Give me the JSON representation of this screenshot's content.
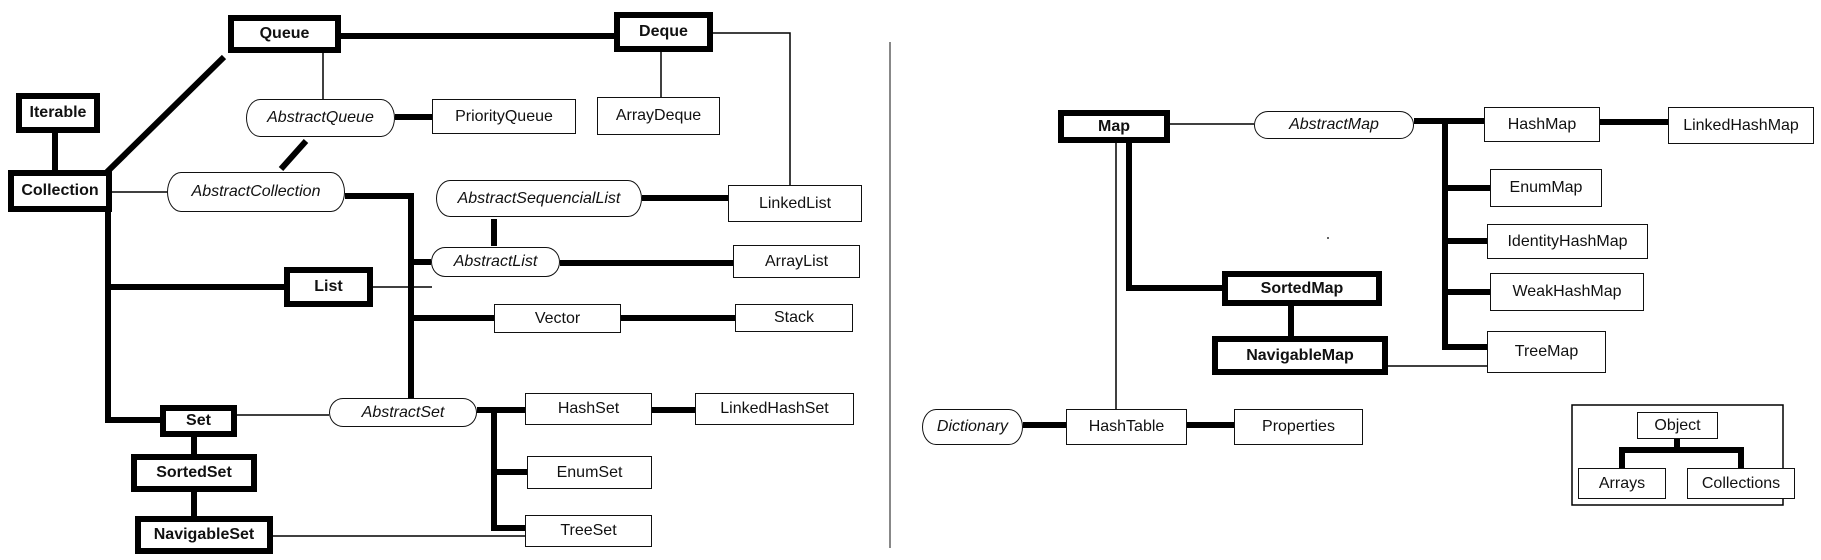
{
  "collection_side": {
    "interfaces": {
      "iterable": "Iterable",
      "collection": "Collection",
      "queue": "Queue",
      "deque": "Deque",
      "list": "List",
      "set": "Set",
      "sortedset": "SortedSet",
      "navigableset": "NavigableSet"
    },
    "abstract_classes": {
      "abstractqueue": "AbstractQueue",
      "abstractcollection": "AbstractCollection",
      "abstractsequenciallist": "AbstractSequencialList",
      "abstractlist": "AbstractList",
      "abstractset": "AbstractSet"
    },
    "classes": {
      "priorityqueue": "PriorityQueue",
      "arraydeque": "ArrayDeque",
      "linkedlist": "LinkedList",
      "arraylist": "ArrayList",
      "vector": "Vector",
      "stack": "Stack",
      "hashset": "HashSet",
      "linkedhashset": "LinkedHashSet",
      "enumset": "EnumSet",
      "treeset": "TreeSet"
    }
  },
  "map_side": {
    "interfaces": {
      "map": "Map",
      "sortedmap": "SortedMap",
      "navigablemap": "NavigableMap"
    },
    "abstract_classes": {
      "abstractmap": "AbstractMap",
      "dictionary": "Dictionary"
    },
    "classes": {
      "hashmap": "HashMap",
      "linkedhashmap": "LinkedHashMap",
      "enummap": "EnumMap",
      "identityhashmap": "IdentityHashMap",
      "weakhashmap": "WeakHashMap",
      "treemap": "TreeMap",
      "hashtable": "HashTable",
      "properties": "Properties"
    }
  },
  "utility_box": {
    "object": "Object",
    "arrays": "Arrays",
    "collections": "Collections"
  }
}
